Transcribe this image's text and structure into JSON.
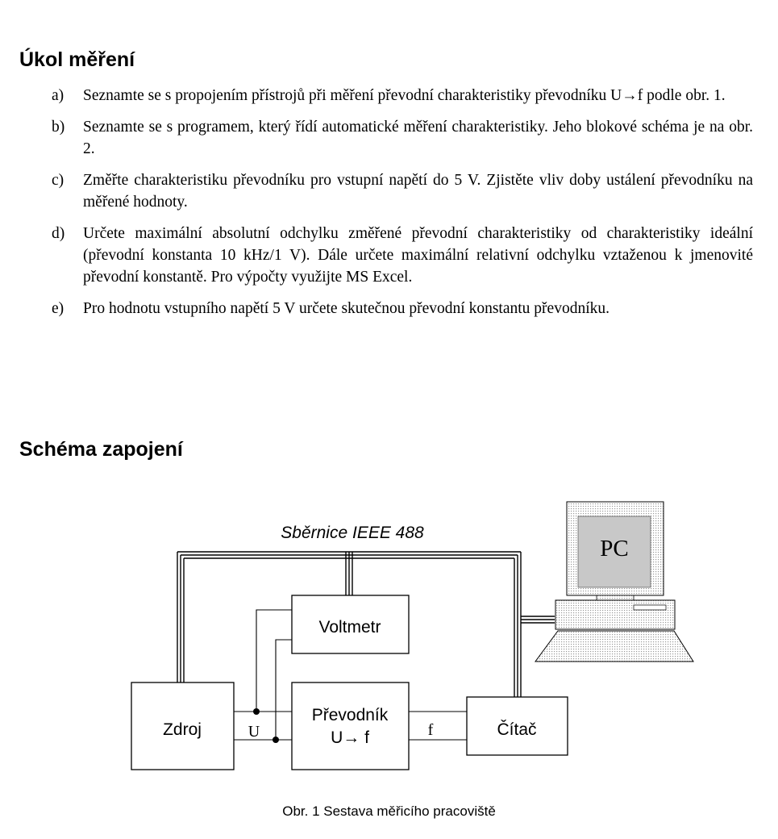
{
  "section_task": {
    "heading": "Úkol měření",
    "items": [
      {
        "label": "a)",
        "text": "Seznamte se s propojením přístrojů při měření převodní charakteristiky převodníku U→f podle obr. 1."
      },
      {
        "label": "b)",
        "text": "Seznamte se s programem, který řídí automatické měření charakteristiky. Jeho blokové schéma je na obr. 2."
      },
      {
        "label": "c)",
        "text": "Změřte charakteristiku převodníku pro vstupní napětí do 5 V. Zjistěte vliv doby ustálení převodníku na měřené hodnoty."
      },
      {
        "label": "d)",
        "text": "Určete maximální absolutní odchylku změřené převodní charakteristiky od charakteristiky ideální (převodní konstanta 10 kHz/1 V). Dále určete maximální relativní odchylku vztaženou k jmenovité převodní konstantě. Pro výpočty využijte MS Excel."
      },
      {
        "label": "e)",
        "text": "Pro hodnotu vstupního napětí 5 V určete skutečnou převodní konstantu převodníku."
      }
    ]
  },
  "section_schema": {
    "heading": "Schéma zapojení"
  },
  "diagram": {
    "bus_label": "Sběrnice IEEE 488",
    "pc_label": "PC",
    "voltmeter_label": "Voltmetr",
    "source_label": "Zdroj",
    "converter_line1": "Převodník",
    "converter_line2": "U→ f",
    "counter_label": "Čítač",
    "u_label": "U",
    "f_label": "f"
  },
  "caption": "Obr. 1  Sestava měřicího pracoviště",
  "colors": {
    "text": "#000000",
    "pc_screen": "#c8c8c8",
    "pc_dots": "#9a9a9a"
  }
}
